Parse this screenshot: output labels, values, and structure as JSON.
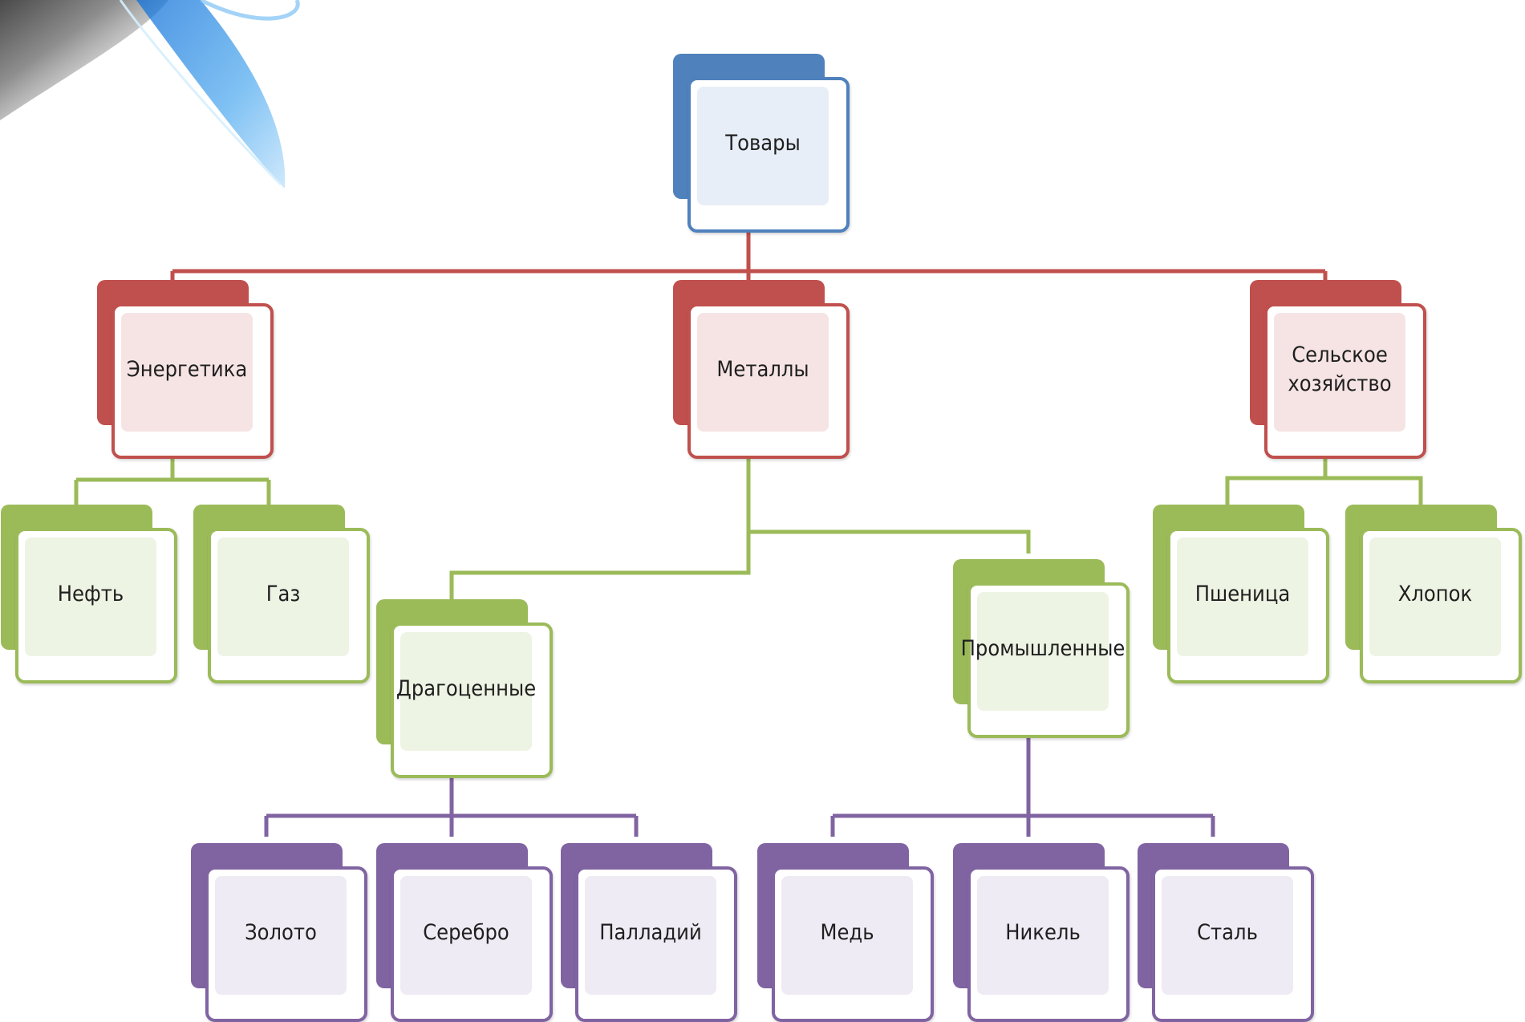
{
  "colors": {
    "root": "#4f81bd",
    "level1": "#c0504d",
    "level2": "#9bbb59",
    "level3": "#8064a2"
  },
  "nodes": {
    "root": "Товары",
    "energy": "Энергетика",
    "metals": "Металлы",
    "agriculture": "Сельское хозяйство",
    "oil": "Нефть",
    "gas": "Газ",
    "precious": "Драгоценные",
    "industrial": "Промышленные",
    "wheat": "Пшеница",
    "cotton": "Хлопок",
    "gold": "Золото",
    "silver": "Серебро",
    "palladium": "Палладий",
    "copper": "Медь",
    "nickel": "Никель",
    "steel": "Сталь"
  }
}
